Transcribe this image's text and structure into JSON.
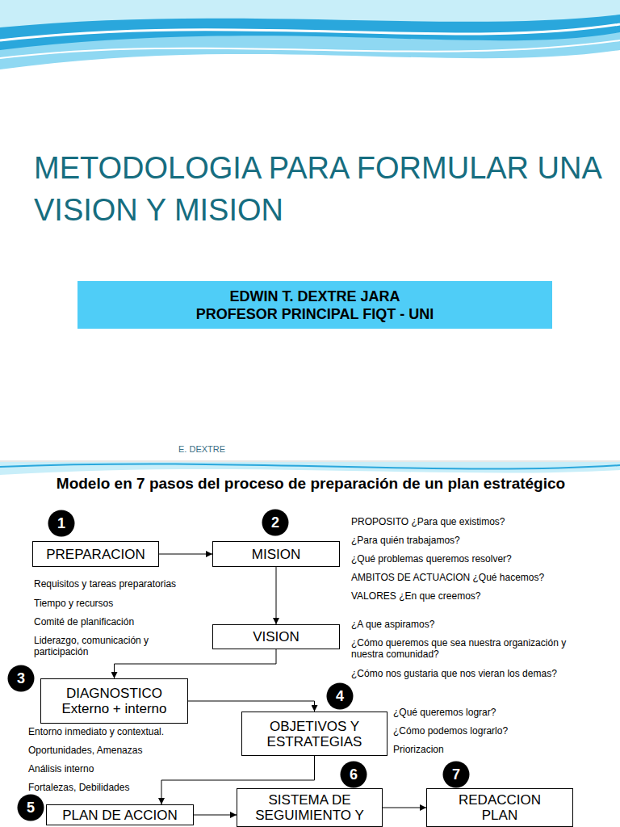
{
  "diagram": {
    "title": "METODOLOGIA PARA FORMULAR UNA VISION Y MISION",
    "nodes": [
      {
        "text": [
          "EDWIN T. DEXTRE JARA",
          "PROFESOR PRINCIPAL FIQT - UNI"
        ]
      },
      {
        "text": [
          "1"
        ]
      },
      {
        "text": [
          "PREPARACION"
        ]
      },
      {
        "text": [
          "2"
        ]
      },
      {
        "text": [
          "MISION"
        ]
      },
      {
        "text": [
          "VISION"
        ]
      },
      {
        "text": [
          "3"
        ]
      },
      {
        "text": [
          "DIAGNOSTICO",
          "Externo + interno"
        ]
      },
      {
        "text": [
          "4"
        ]
      },
      {
        "text": [
          "OBJETIVOS Y ESTRATEGIAS"
        ]
      },
      {
        "text": [
          "6"
        ]
      },
      {
        "text": [
          "7"
        ]
      },
      {
        "text": [
          "5"
        ]
      },
      {
        "text": [
          "PLAN DE ACCION"
        ]
      },
      {
        "text": [
          "SISTEMA DE SEGUIMIENTO Y"
        ]
      },
      {
        "text": [
          "REDACCION PLAN"
        ]
      }
    ],
    "edges": [
      {
        "from": 2,
        "to": 4,
        "arrow": "to"
      },
      {
        "from": 4,
        "to": 5,
        "arrow": "to"
      },
      {
        "from": 5,
        "to": 7,
        "arrow": "to"
      },
      {
        "from": 7,
        "to": 9,
        "arrow": "to"
      },
      {
        "from": 9,
        "to": 13,
        "arrow": "to"
      },
      {
        "from": 13,
        "to": 14,
        "arrow": "to"
      },
      {
        "from": 14,
        "to": 15,
        "arrow": "to"
      }
    ],
    "labels": [
      "E. DEXTRE",
      "Modelo en 7 pasos del proceso de preparación de un plan estratégico",
      "Requisitos y tareas preparatorias",
      "Tiempo y recursos",
      "Comité de planificación",
      "Liderazgo, comunicación y participación",
      "PROPOSITO ¿Para que existimos?",
      "¿Para quién trabajamos?",
      "¿Qué problemas queremos resolver?",
      "AMBITOS DE ACTUACION ¿Qué hacemos?",
      "VALORES ¿En que creemos?",
      "¿A que aspiramos?",
      "¿Cómo queremos que sea nuestra organización y nuestra comunidad?",
      "¿Cómo nos gustaria que nos vieran los demas?",
      "Entorno inmediato y contextual.",
      "Oportunidades, Amenazas",
      "Análisis interno",
      "Fortalezas, Debilidades",
      "¿Qué queremos lograr?",
      "¿Cómo podemos lograrlo?",
      "Priorizacion"
    ]
  }
}
